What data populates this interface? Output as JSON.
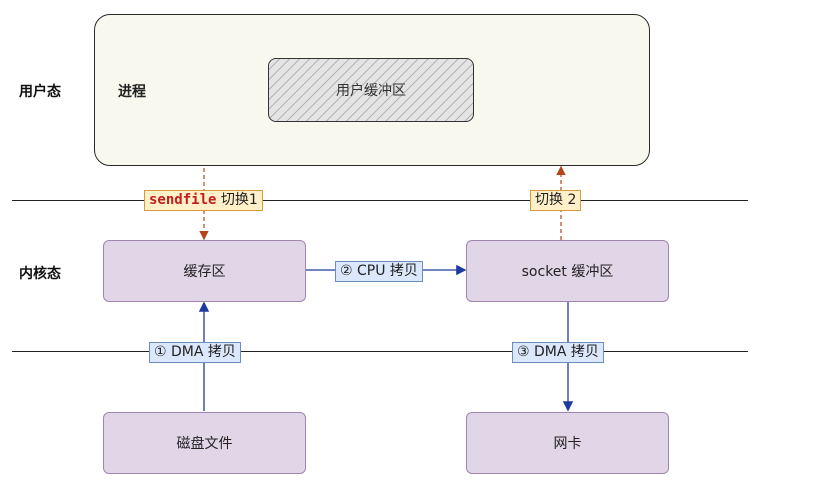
{
  "zones": {
    "user_mode": "用户态",
    "kernel_mode": "内核态"
  },
  "process": {
    "label": "进程",
    "user_buffer": "用户缓冲区"
  },
  "boxes": {
    "page_cache": "缓存区",
    "socket_buffer": "socket 缓冲区",
    "disk_file": "磁盘文件",
    "nic": "网卡"
  },
  "tags": {
    "switch1_prefix": "sendfile",
    "switch1_suffix": " 切换1",
    "switch2": "切换 2",
    "dma_copy_1": "① DMA 拷贝",
    "cpu_copy_2": "② CPU 拷贝",
    "dma_copy_3": "③ DMA 拷贝"
  },
  "colors": {
    "kernel_box_fill": "#e1d5e8",
    "kernel_box_border": "#a187b0",
    "process_fill": "#f9f8ef",
    "orange_tag_fill": "#fff0c9",
    "blue_tag_fill": "#dbe8fb",
    "dashed_arrow": "#b5461b",
    "solid_arrow": "#1f3a9e"
  }
}
